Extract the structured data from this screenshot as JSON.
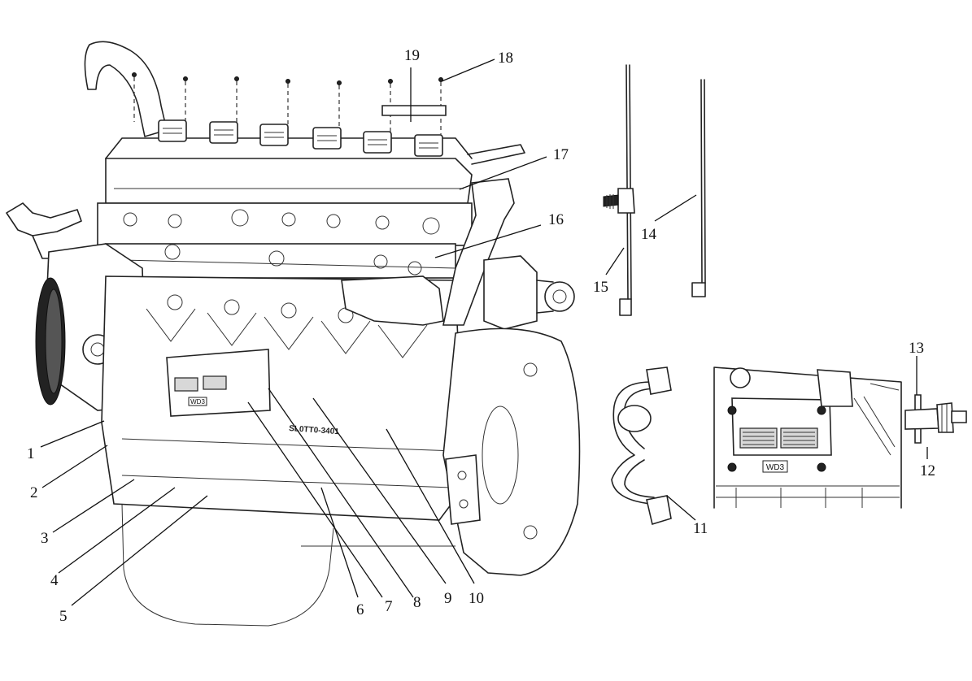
{
  "callouts": [
    {
      "id": "c1",
      "label": "1"
    },
    {
      "id": "c2",
      "label": "2"
    },
    {
      "id": "c3",
      "label": "3"
    },
    {
      "id": "c4",
      "label": "4"
    },
    {
      "id": "c5",
      "label": "5"
    },
    {
      "id": "c6",
      "label": "6"
    },
    {
      "id": "c7",
      "label": "7"
    },
    {
      "id": "c8",
      "label": "8"
    },
    {
      "id": "c9",
      "label": "9"
    },
    {
      "id": "c10",
      "label": "10"
    },
    {
      "id": "c11",
      "label": "11"
    },
    {
      "id": "c12",
      "label": "12"
    },
    {
      "id": "c13",
      "label": "13"
    },
    {
      "id": "c14",
      "label": "14"
    },
    {
      "id": "c15",
      "label": "15"
    },
    {
      "id": "c16",
      "label": "16"
    },
    {
      "id": "c17",
      "label": "17"
    },
    {
      "id": "c18",
      "label": "18"
    },
    {
      "id": "c19",
      "label": "19"
    }
  ],
  "markings": {
    "engine_plate": "SL0TT0-3401",
    "module_tag": "WD3",
    "inset_module_tag": "WD3"
  }
}
